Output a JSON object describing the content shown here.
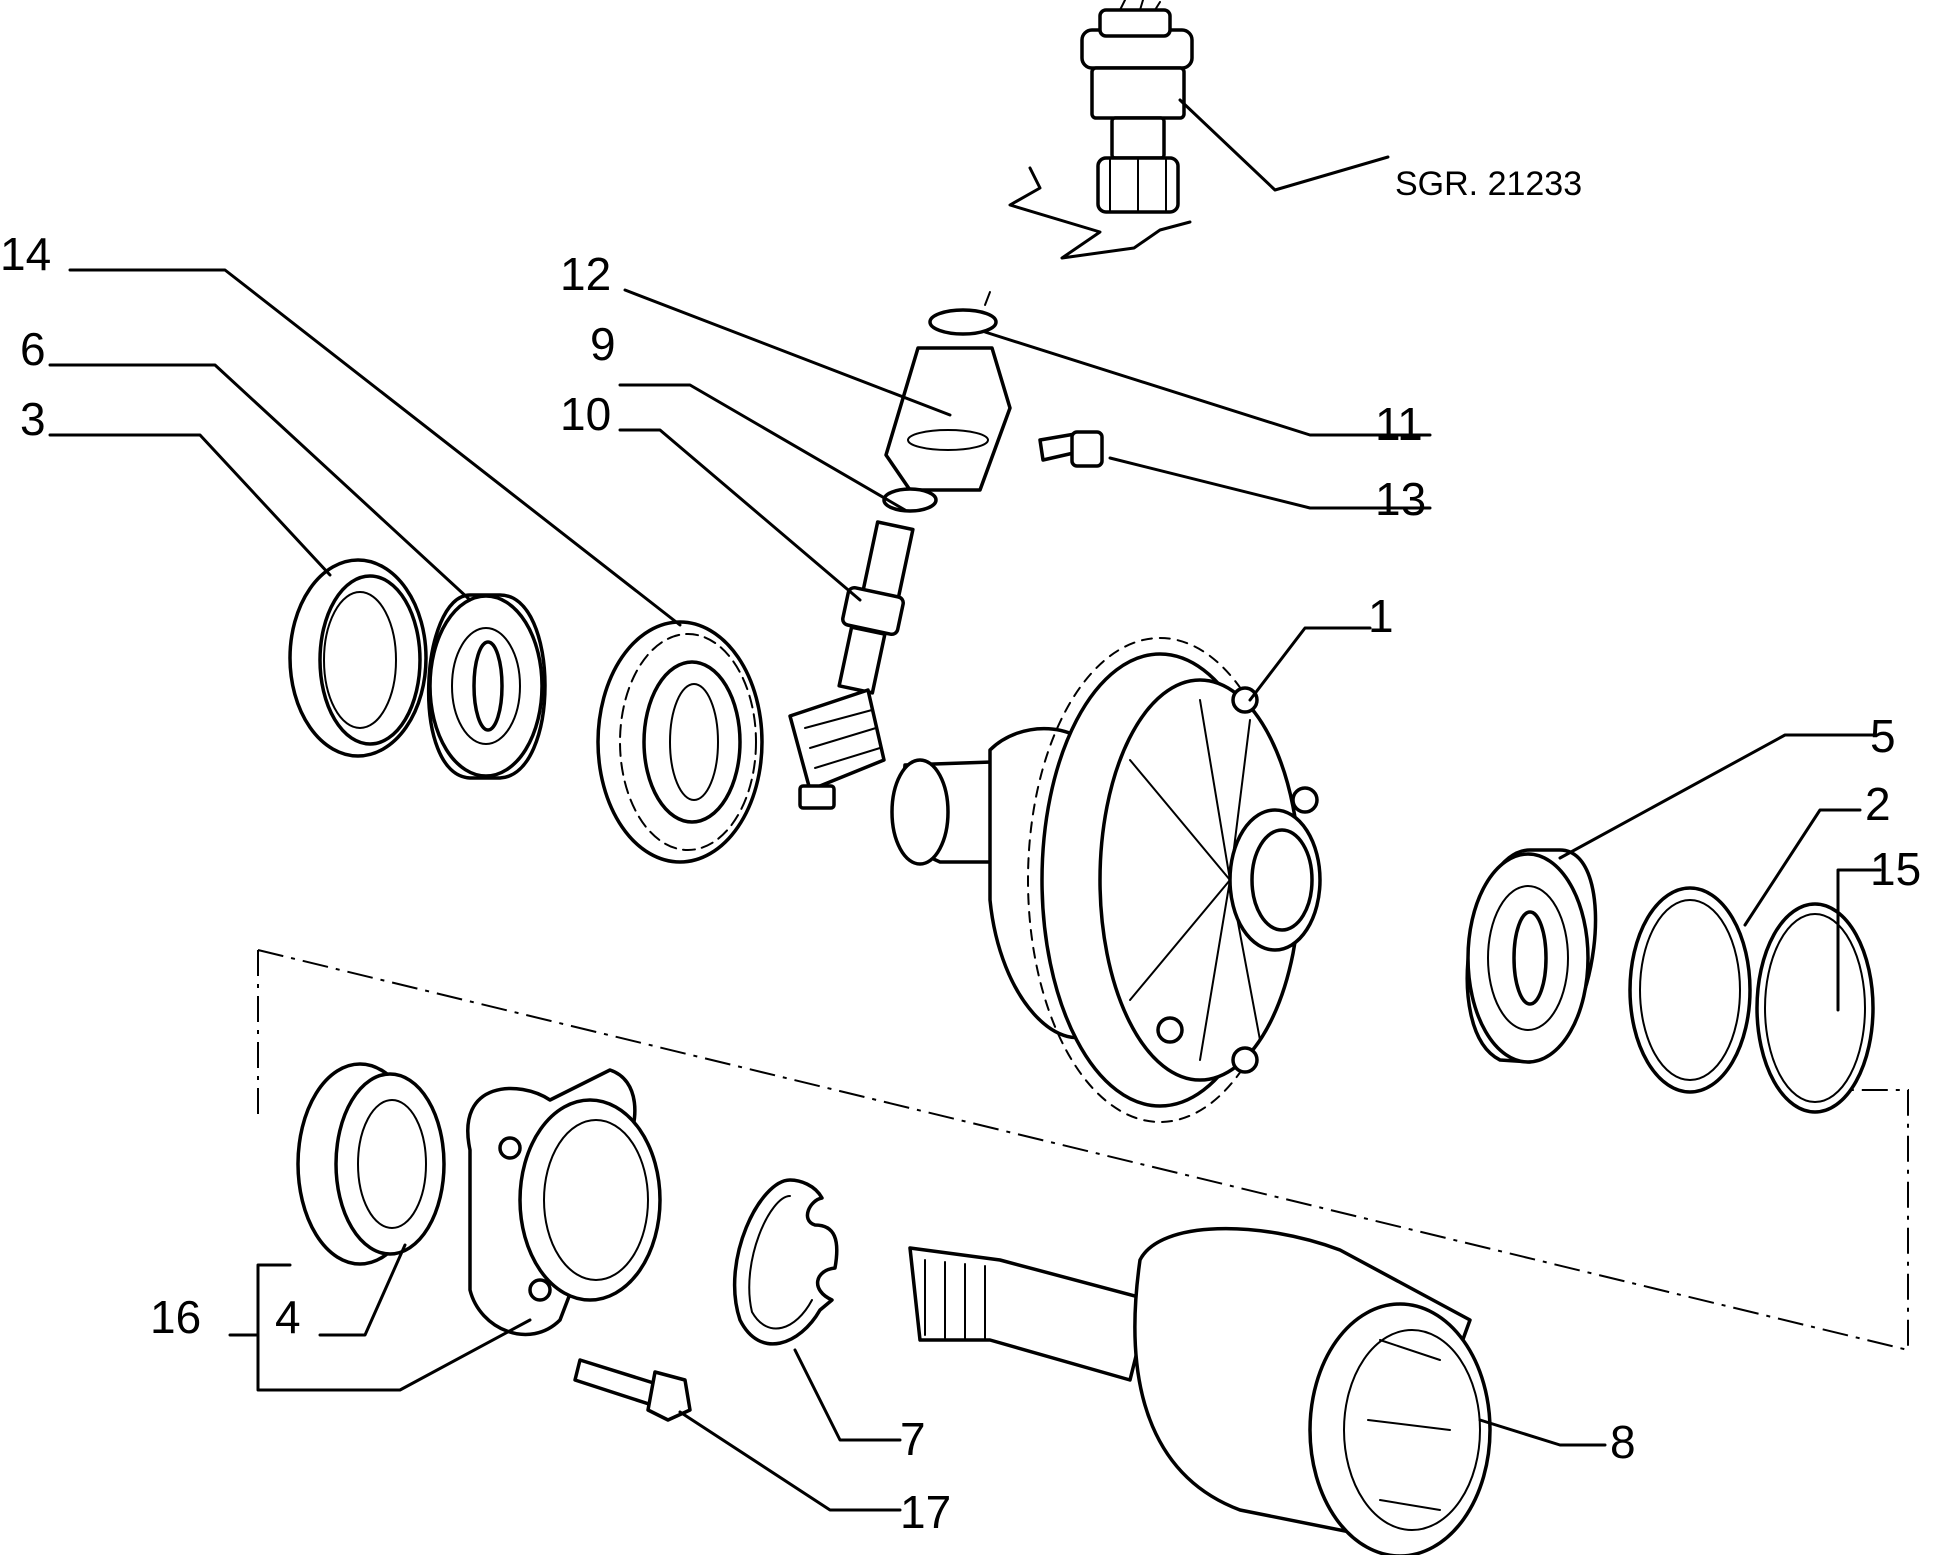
{
  "diagram": {
    "reference_label": "SGR. 21233",
    "callouts": {
      "c1": "1",
      "c2": "2",
      "c3": "3",
      "c4": "4",
      "c5": "5",
      "c6": "6",
      "c7": "7",
      "c8": "8",
      "c9": "9",
      "c10": "10",
      "c11": "11",
      "c12": "12",
      "c13": "13",
      "c14": "14",
      "c15": "15",
      "c16": "16",
      "c17": "17"
    }
  }
}
